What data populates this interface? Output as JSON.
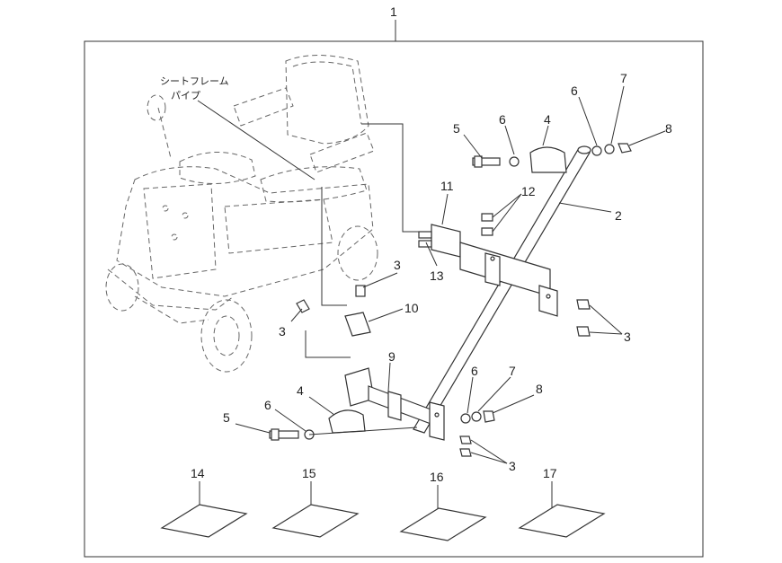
{
  "diagram": {
    "assembly_number": "1",
    "annotation_line1": "シートフレーム",
    "annotation_line2": "パイプ",
    "callouts": {
      "c2": "2",
      "c3a": "3",
      "c3b": "3",
      "c3c": "3",
      "c3d": "3",
      "c4a": "4",
      "c4b": "4",
      "c5a": "5",
      "c5b": "5",
      "c6a": "6",
      "c6b": "6",
      "c6c": "6",
      "c6d": "6",
      "c7a": "7",
      "c7b": "7",
      "c8a": "8",
      "c8b": "8",
      "c9": "9",
      "c10": "10",
      "c11": "11",
      "c12": "12",
      "c13": "13",
      "c14": "14",
      "c15": "15",
      "c16": "16",
      "c17": "17"
    }
  }
}
